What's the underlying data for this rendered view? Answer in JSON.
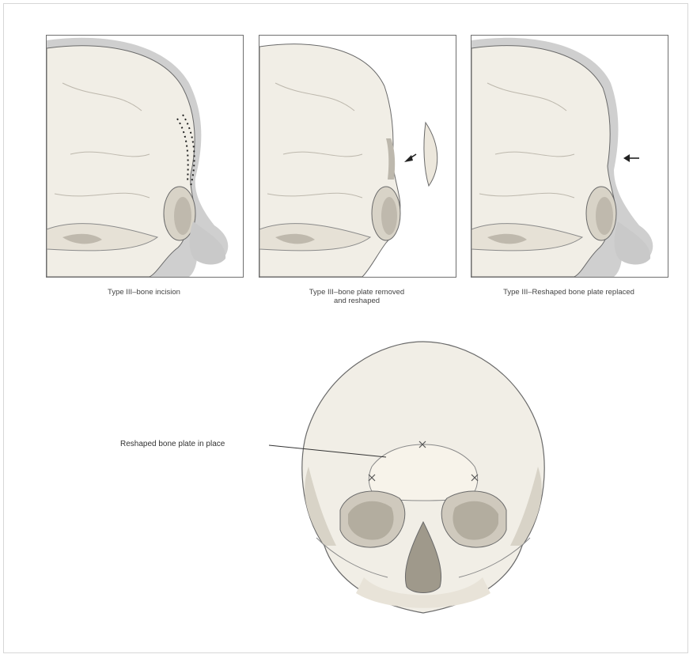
{
  "figure": {
    "panels": [
      {
        "caption": "Type III–bone incision"
      },
      {
        "caption": "Type III–bone plate removed",
        "caption_line2": "and reshaped"
      },
      {
        "caption": "Type III–Reshaped bone plate replaced"
      }
    ],
    "callout": "Reshaped bone plate in place"
  },
  "colors": {
    "bone": "#f1eee6",
    "bone_shadow": "#d8d3c7",
    "skin": "#cfcfcf",
    "outline": "#6a6a6a"
  }
}
